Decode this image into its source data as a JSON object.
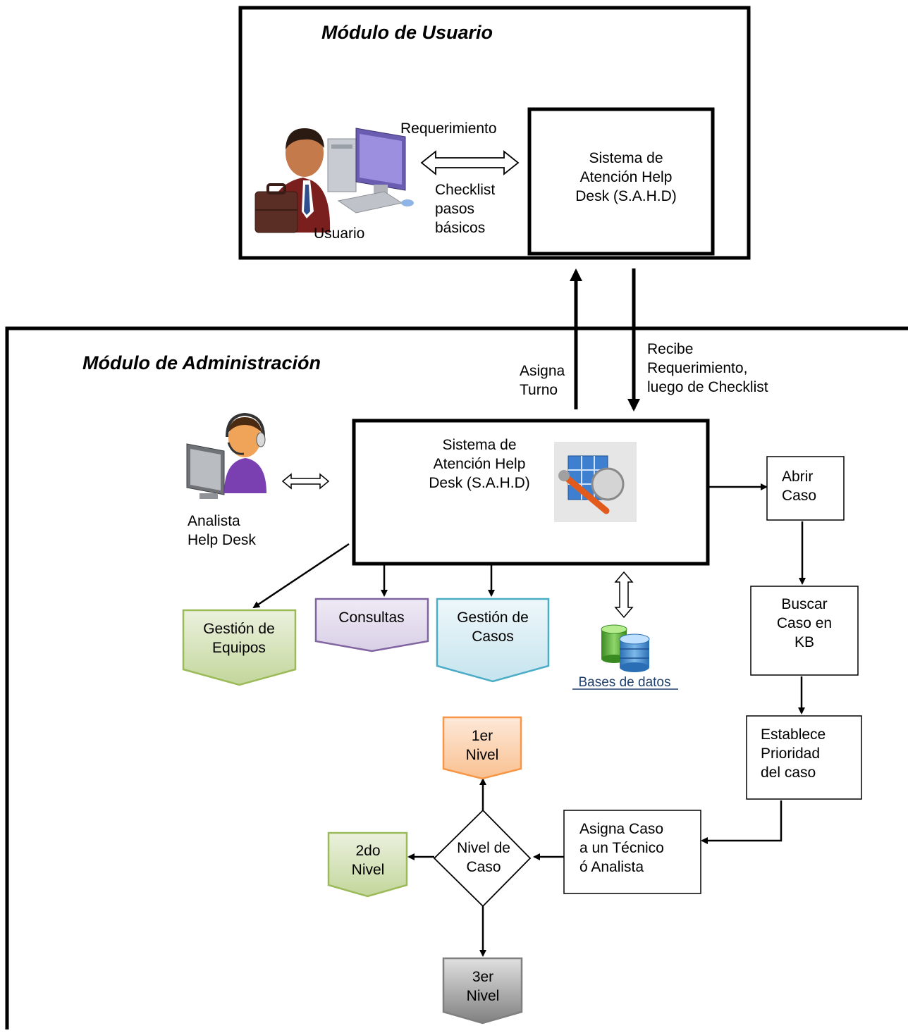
{
  "modulo_usuario": {
    "title": "Módulo de Usuario",
    "user_label": "Usuario",
    "requerimiento": "Requerimiento",
    "checklist": [
      "Checklist",
      "pasos",
      "básicos"
    ],
    "sistema": [
      "Sistema de",
      "Atención Help",
      "Desk (S.A.H.D)"
    ]
  },
  "flows": {
    "asigna_turno": [
      "Asigna",
      "Turno"
    ],
    "recibe": [
      "Recibe",
      "Requerimiento,",
      "luego de Checklist"
    ]
  },
  "modulo_admin": {
    "title": "Módulo de Administración",
    "sistema": [
      "Sistema de",
      "Atención Help",
      "Desk (S.A.H.D)"
    ],
    "analista": [
      "Analista",
      "Help Desk"
    ],
    "gestion_equipos": [
      "Gestión de",
      "Equipos"
    ],
    "consultas": [
      "Consultas"
    ],
    "gestion_casos": [
      "Gestión de",
      "Casos"
    ],
    "bases_datos": "Bases de datos",
    "abrir_caso": [
      "Abrir",
      "Caso"
    ],
    "buscar_caso": [
      "Buscar",
      "Caso en",
      "KB"
    ],
    "establece": [
      "Establece",
      "Prioridad",
      "del caso"
    ],
    "asigna_caso": [
      "Asigna Caso",
      "a un Técnico",
      "ó Analista"
    ],
    "nivel_caso": [
      "Nivel de",
      "Caso"
    ],
    "nivel1": [
      "1er",
      "Nivel"
    ],
    "nivel2": [
      "2do",
      "Nivel"
    ],
    "nivel3": [
      "3er",
      "Nivel"
    ]
  },
  "colors": {
    "equipos_fill": "#d7e4bd",
    "equipos_stroke": "#9bbb59",
    "consultas_fill": "#e4dcee",
    "consultas_stroke": "#8064a2",
    "casos_fill": "#d6ecf3",
    "casos_stroke": "#4bacc6",
    "nivel1_fill": "#fbd5b5",
    "nivel1_stroke": "#f79646",
    "nivel3_fill": "#a6a6a6",
    "nivel3_stroke": "#7f7f7f"
  }
}
